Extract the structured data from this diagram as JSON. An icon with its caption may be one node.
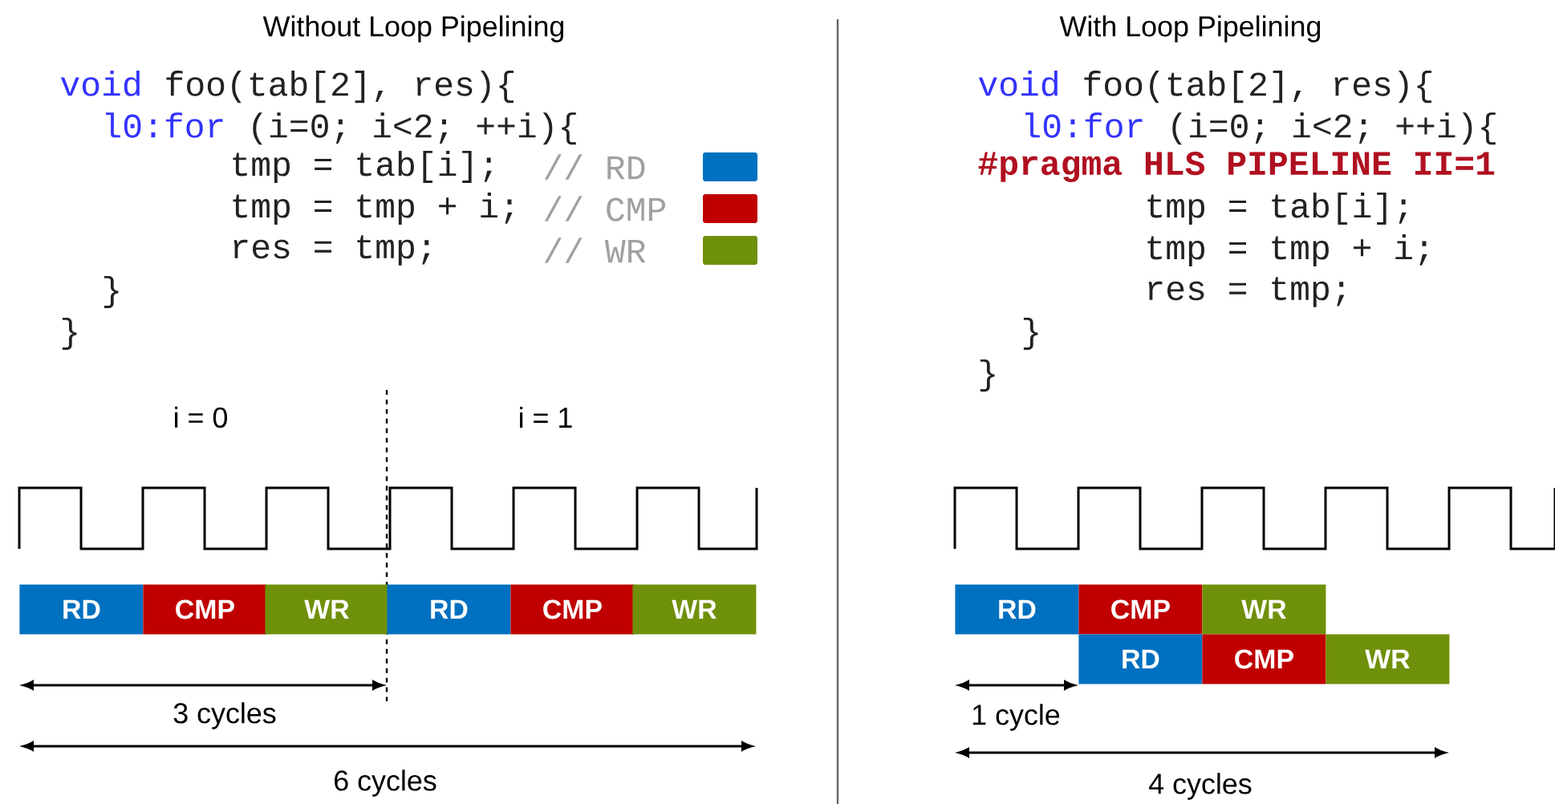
{
  "diagram": {
    "nodes": [
      {
        "text": [
          "RD"
        ]
      },
      {
        "text": [
          "CMP"
        ]
      },
      {
        "text": [
          "WR"
        ]
      },
      {
        "text": [
          "RD"
        ]
      },
      {
        "text": [
          "CMP"
        ]
      },
      {
        "text": [
          "WR"
        ]
      },
      {
        "text": [
          "RD"
        ]
      },
      {
        "text": [
          "CMP"
        ]
      },
      {
        "text": [
          "WR"
        ]
      },
      {
        "text": [
          "RD"
        ]
      },
      {
        "text": [
          "CMP"
        ]
      },
      {
        "text": [
          "WR"
        ]
      }
    ],
    "labels": [
      "Without Loop Pipelining",
      "void",
      "foo(tab[2], res){",
      "l0:for",
      "(i=0; i<2; ++i){",
      "tmp = tab[i];",
      "tmp = tmp + i;",
      "res = tmp;",
      "}",
      "}",
      "i = 0",
      "i = 1",
      "3 cycles",
      "6 cycles",
      "With Loop Pipelining",
      "void",
      "foo(tab[2], res){",
      "l0:for",
      "(i=0; i<2; ++i){",
      "#pragma HLS PIPELINE II=1",
      "tmp = tab[i];",
      "tmp = tmp + i;",
      "res = tmp;",
      "}",
      "}",
      "1 cycle",
      "4 cycles"
    ],
    "legend": [
      {
        "text": "// RD",
        "color": "#0070c0"
      },
      {
        "text": "// CMP",
        "color": "#c00000"
      },
      {
        "text": "// WR",
        "color": "#6f900a"
      }
    ]
  }
}
